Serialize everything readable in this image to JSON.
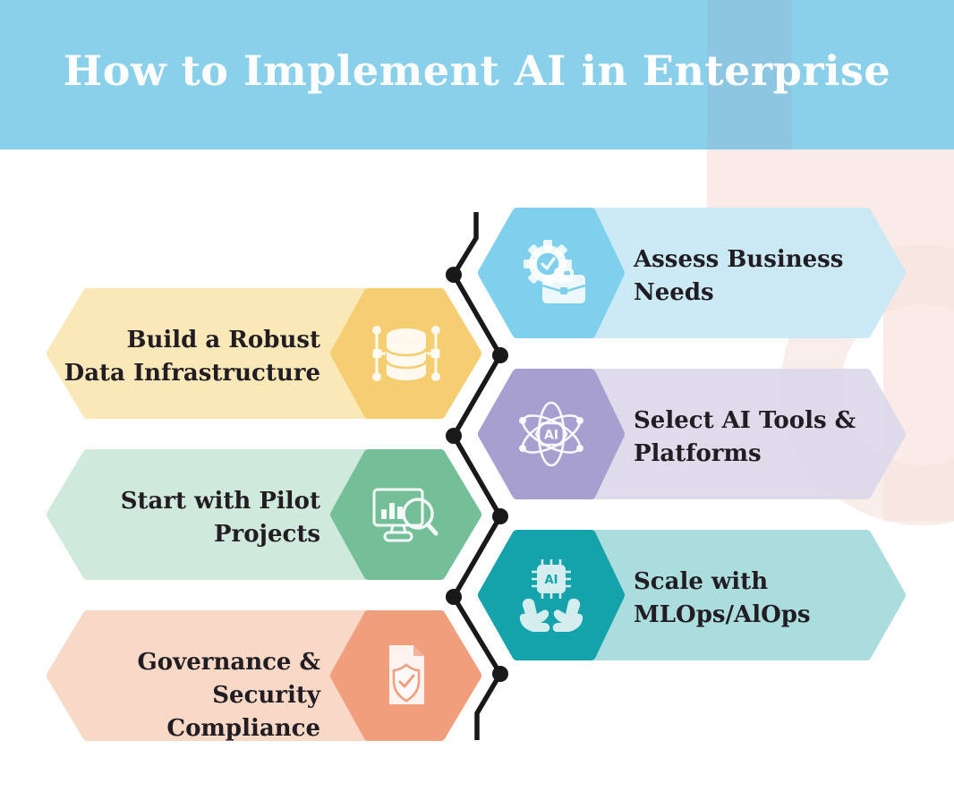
{
  "header": {
    "title": "How to Implement AI in Enterprise",
    "bg_color": "#8BD0EA",
    "title_color": "#FFFFFF"
  },
  "steps": [
    {
      "name": "assess-business-needs",
      "side": "right",
      "lines": [
        "Assess Business",
        "Needs"
      ],
      "icon": "gear-check-briefcase-icon",
      "colors": {
        "light": "#C9E9F6",
        "dark": "#7FD0EC"
      }
    },
    {
      "name": "build-data-infrastructure",
      "side": "left",
      "lines": [
        "Build a Robust",
        "Data Infrastructure"
      ],
      "icon": "database-network-icon",
      "colors": {
        "light": "#FBE7B6",
        "dark": "#F6CE72"
      }
    },
    {
      "name": "select-ai-tools-platforms",
      "side": "right",
      "lines": [
        "Select AI Tools &",
        "Platforms"
      ],
      "icon": "atom-ai-icon",
      "icon_text": "AI",
      "colors": {
        "light": "#DEDAEA",
        "dark": "#A79FD0"
      }
    },
    {
      "name": "start-with-pilot-projects",
      "side": "left",
      "lines": [
        "Start with Pilot",
        "Projects"
      ],
      "icon": "monitor-magnifier-icon",
      "colors": {
        "light": "#CDE8DC",
        "dark": "#74BF98"
      }
    },
    {
      "name": "scale-with-mlops",
      "side": "right",
      "lines": [
        "Scale with",
        "MLOps/AlOps"
      ],
      "icon": "hands-ai-chip-icon",
      "icon_text": "AI",
      "colors": {
        "light": "#A7DCDD",
        "dark": "#14A3AB"
      }
    },
    {
      "name": "governance-security-compliance",
      "side": "left",
      "lines": [
        "Governance &",
        "Security Compliance"
      ],
      "icon": "document-shield-check-icon",
      "colors": {
        "light": "#F8D6C3",
        "dark": "#F19E7D"
      }
    }
  ],
  "connector": {
    "color": "#1B181C",
    "style": "zigzag-with-dots"
  },
  "text_color": "#211D23",
  "background_accent_color": "#FAEAE8"
}
